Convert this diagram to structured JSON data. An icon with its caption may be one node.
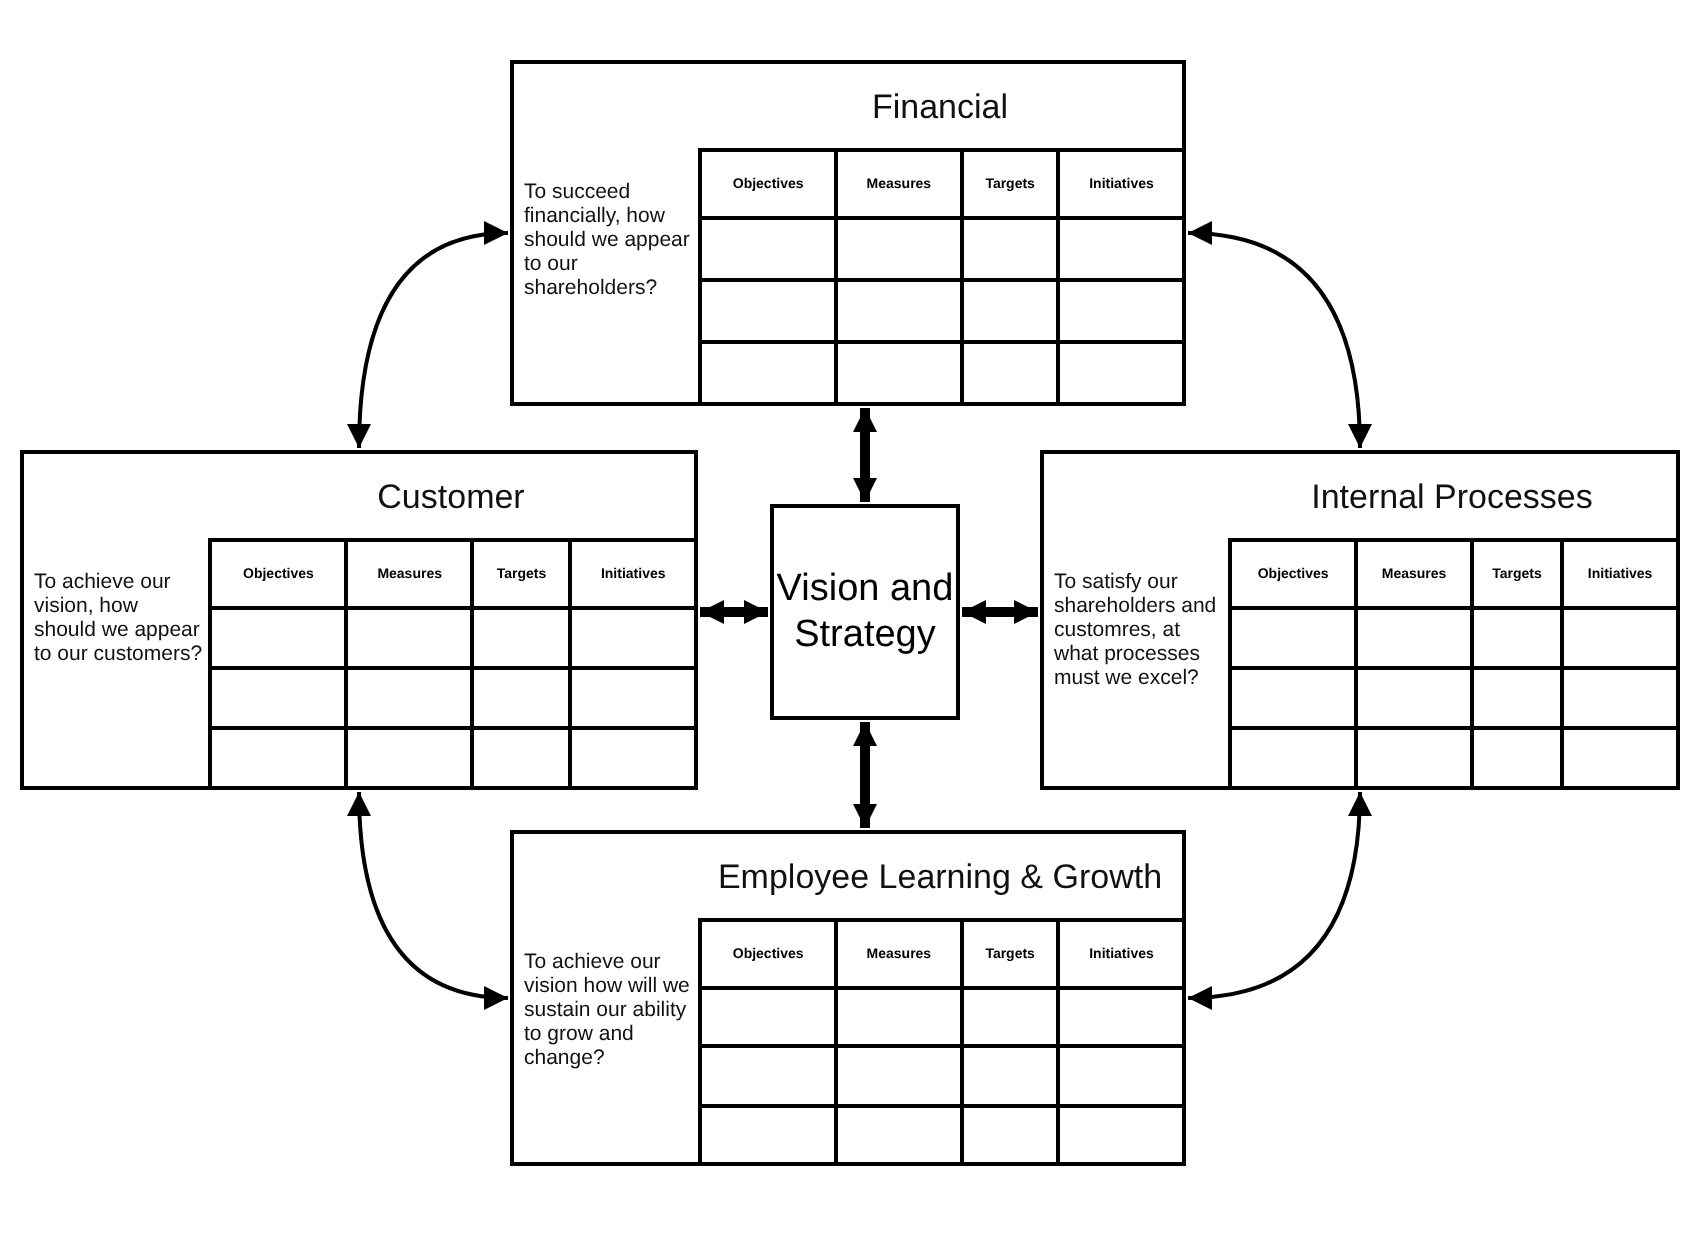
{
  "diagram": {
    "nodes": [
      {
        "text": [
          "Financial",
          "To succeed financially, how should we appear to our shareholders?",
          "Objectives",
          "Measures",
          "Targets",
          "Initiatives"
        ]
      },
      {
        "text": [
          "Customer",
          "To achieve our vision, how should we appear to our customers?",
          "Objectives",
          "Measures",
          "Targets",
          "Initiatives"
        ]
      },
      {
        "text": [
          "Vision and Strategy"
        ]
      },
      {
        "text": [
          "Internal Processes",
          "To satisfy our shareholders and customres, at what processes must we excel?",
          "Objectives",
          "Measures",
          "Targets",
          "Initiatives"
        ]
      },
      {
        "text": [
          "Employee Learning & Growth",
          "To achieve our vision how will we sustain our ability to grow and change?",
          "Objectives",
          "Measures",
          "Targets",
          "Initiatives"
        ]
      }
    ],
    "edges": [
      {
        "from": 0,
        "to": 1,
        "arrow": "both"
      },
      {
        "from": 0,
        "to": 3,
        "arrow": "both"
      },
      {
        "from": 2,
        "to": 0,
        "arrow": "both",
        "style": "thick"
      },
      {
        "from": 2,
        "to": 1,
        "arrow": "both",
        "style": "thick"
      },
      {
        "from": 2,
        "to": 3,
        "arrow": "both",
        "style": "thick"
      },
      {
        "from": 2,
        "to": 4,
        "arrow": "both",
        "style": "thick"
      },
      {
        "from": 1,
        "to": 4,
        "arrow": "both"
      },
      {
        "from": 3,
        "to": 4,
        "arrow": "both"
      }
    ]
  }
}
